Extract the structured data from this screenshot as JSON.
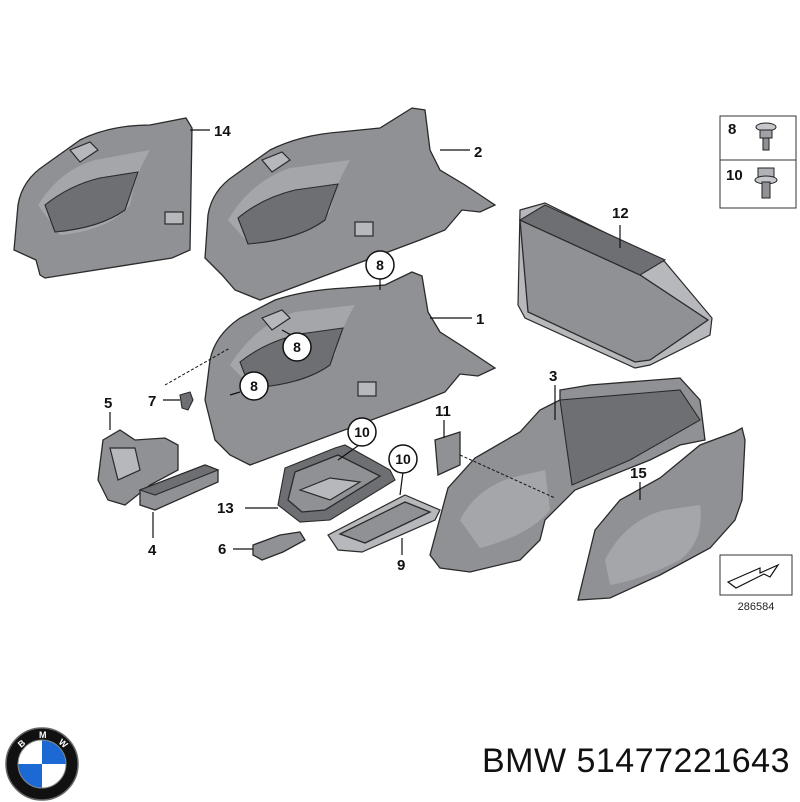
{
  "diagram": {
    "callouts": {
      "p1": "1",
      "p2": "2",
      "p3": "3",
      "p4": "4",
      "p5": "5",
      "p6": "6",
      "p7": "7",
      "p9": "9",
      "p11": "11",
      "p12": "12",
      "p13": "13",
      "p14": "14",
      "p15": "15"
    },
    "circled": {
      "c8a": "8",
      "c8b": "8",
      "c8c": "8",
      "c10a": "10",
      "c10b": "10"
    },
    "legend": {
      "item8": "8",
      "item10": "10"
    },
    "reference_number": "286584"
  },
  "footer": {
    "brand": "BMW",
    "part_number": "51477221643",
    "full_text": "BMW 51477221643"
  },
  "logo": {
    "letters": [
      "B",
      "M",
      "W"
    ]
  },
  "colors": {
    "part_gray": "#8f9195",
    "logo_blue": "#1c69d4",
    "logo_black": "#111111"
  }
}
